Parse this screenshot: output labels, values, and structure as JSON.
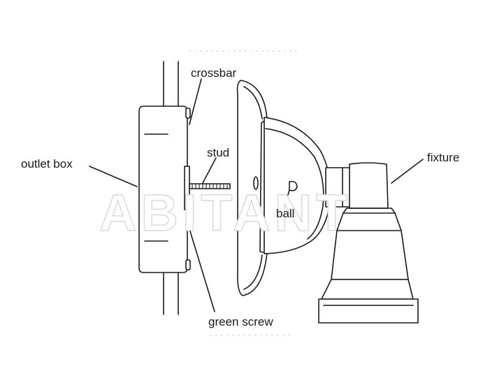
{
  "labels": {
    "crossbar": "crossbar",
    "outlet_box": "outlet box",
    "stud": "stud",
    "fixture": "fixture",
    "ball": "ball",
    "green_screw": "green screw"
  },
  "watermark": "ABITANT",
  "colors": {
    "ink": "#1a1a1a",
    "background": "#ffffff",
    "watermark": "#d8d8d8"
  }
}
